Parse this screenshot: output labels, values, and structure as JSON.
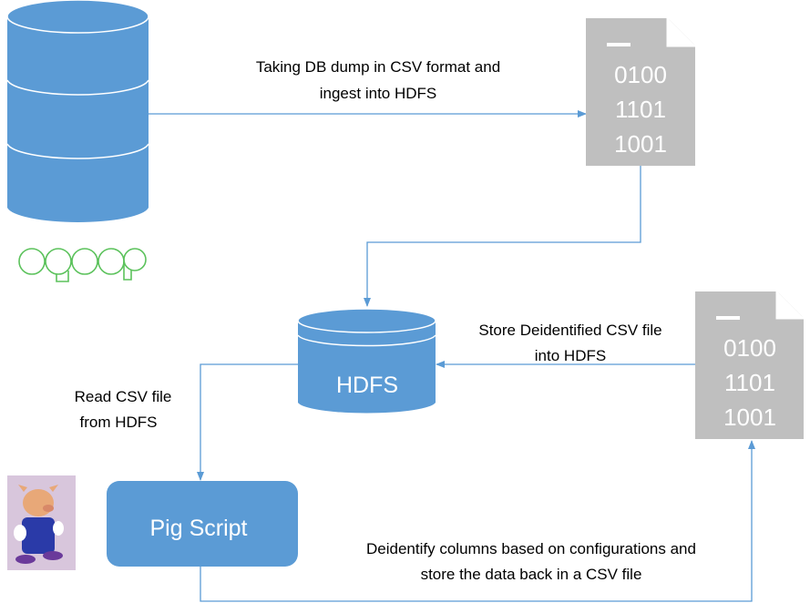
{
  "colors": {
    "shape_blue": "#5b9bd5",
    "doc_gray": "#bfbfbf",
    "arrow": "#5b9bd5",
    "sqoop_green": "#5cc25c"
  },
  "source_db": {
    "logo_text": "sqoop"
  },
  "arrows": {
    "ingest": {
      "line1": "Taking DB dump in CSV format and",
      "line2": "ingest into HDFS"
    },
    "store": {
      "line1": "Store Deidentified CSV file",
      "line2": "into HDFS"
    },
    "read": {
      "line1": "Read CSV file",
      "line2": "from HDFS"
    },
    "deidentify": {
      "line1": "Deidentify columns based on configurations and",
      "line2": "store the data back in a CSV file"
    }
  },
  "csv_file_1": {
    "lines": [
      "0100",
      "1101",
      "1001"
    ]
  },
  "csv_file_2": {
    "lines": [
      "0100",
      "1101",
      "1001"
    ]
  },
  "hdfs": {
    "label": "HDFS"
  },
  "pig": {
    "label": "Pig Script",
    "mascot": "pig-mascot"
  }
}
